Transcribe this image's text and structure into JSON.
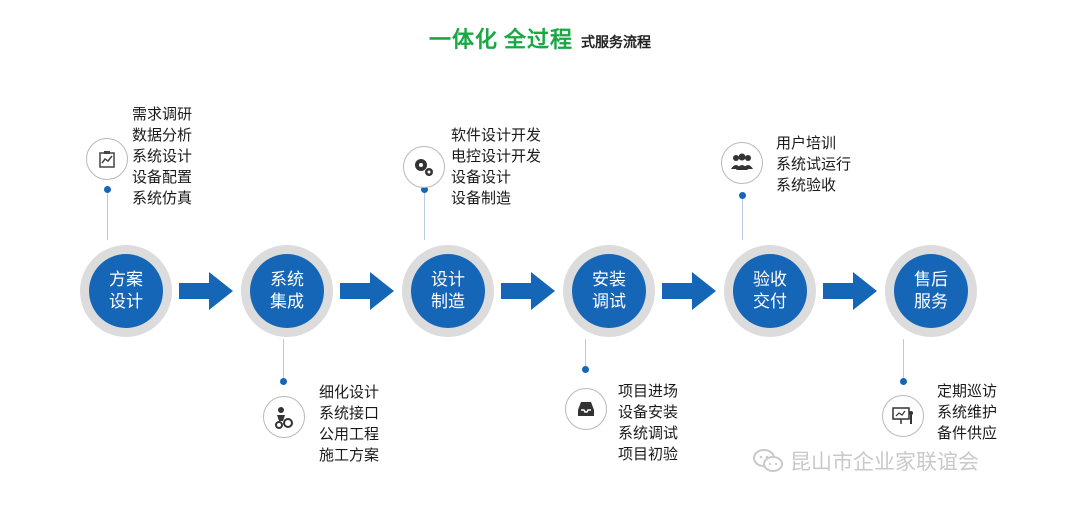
{
  "title": {
    "part1": "一体化",
    "part2": "全过程",
    "part3": "式服务流程"
  },
  "steps": [
    {
      "line1": "方案",
      "line2": "设计"
    },
    {
      "line1": "系统",
      "line2": "集成"
    },
    {
      "line1": "设计",
      "line2": "制造"
    },
    {
      "line1": "安装",
      "line2": "调试"
    },
    {
      "line1": "验收",
      "line2": "交付"
    },
    {
      "line1": "售后",
      "line2": "服务"
    }
  ],
  "details": [
    {
      "icon": "clipboard-chart-icon",
      "items": [
        "需求调研",
        "数据分析",
        "系统设计",
        "设备配置",
        "系统仿真"
      ]
    },
    {
      "icon": "engineer-gears-icon",
      "items": [
        "细化设计",
        "系统接口",
        "公用工程",
        "施工方案"
      ]
    },
    {
      "icon": "gears-icon",
      "items": [
        "软件设计开发",
        "电控设计开发",
        "设备设计",
        "设备制造"
      ]
    },
    {
      "icon": "inbox-tray-icon",
      "items": [
        "项目进场",
        "设备安装",
        "系统调试",
        "项目初验"
      ]
    },
    {
      "icon": "team-icon",
      "items": [
        "用户培训",
        "系统试运行",
        "系统验收"
      ]
    },
    {
      "icon": "presentation-icon",
      "items": [
        "定期巡访",
        "系统维护",
        "备件供应"
      ]
    }
  ],
  "watermark": "昆山市企业家联谊会",
  "colors": {
    "title_green": "#1aa845",
    "primary_blue": "#1666b8",
    "ring_gray": "#dcdcdc"
  }
}
